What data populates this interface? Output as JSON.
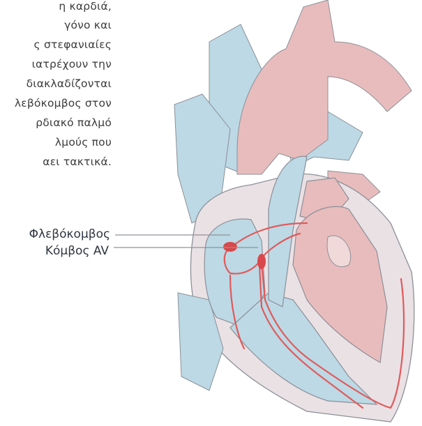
{
  "paragraph_lines": [
    "η καρδιά,",
    "γόνο και",
    "ς στεφανιαίες",
    "ιατρέχουν την",
    "διακλαδίζονται",
    "λεβόκομβος στον",
    "ρδιακό παλμό",
    "λμούς που",
    "αει τακτικά."
  ],
  "labels": {
    "sa_node": "Φλεβόκομβος",
    "av_node": "Κόμβος AV"
  },
  "colors": {
    "vessel_blue": "#bcd9e5",
    "aorta_pink": "#e8bcbd",
    "chamber_pink": "#f1d9da",
    "wall_light": "#eae1e5",
    "outline": "#8c8f97",
    "conduction_red": "#e05a5b",
    "node_red": "#d9484b",
    "leader_line": "#8e939a"
  }
}
